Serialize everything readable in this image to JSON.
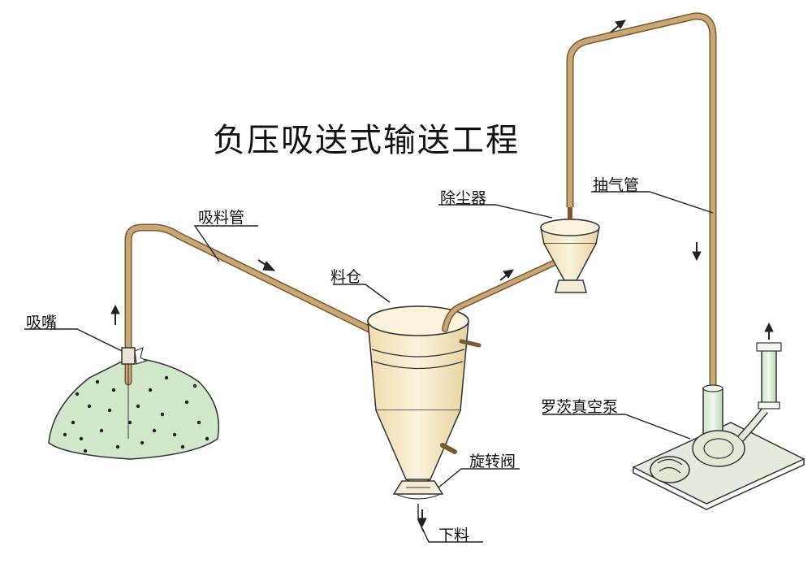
{
  "diagram": {
    "title": "负压吸送式输送工程",
    "labels": {
      "suction_pipe": "吸料管",
      "nozzle": "吸嘴",
      "silo": "料仓",
      "dust_collector": "除尘器",
      "exhaust_pipe": "抽气管",
      "roots_pump": "罗茨真空泵",
      "rotary_valve": "旋转阀",
      "discharge": "下料"
    },
    "colors": {
      "pipe": "#c9a675",
      "pipe_outline": "#7a5a2e",
      "tank_fill": "#f3e6c6",
      "pile_fill": "#cfe8c9",
      "pump_fill": "#e3ecdc"
    }
  }
}
